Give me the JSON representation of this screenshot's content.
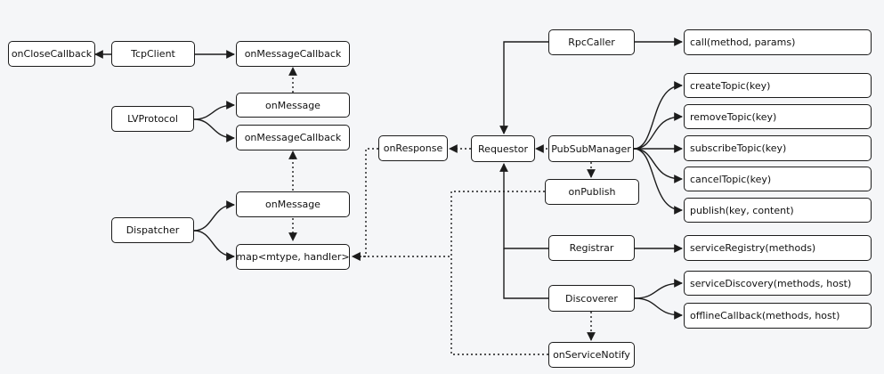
{
  "nodes": {
    "onCloseCallback": "onCloseCallback",
    "tcpClient": "TcpClient",
    "onMessageCallback1": "onMessageCallback",
    "lvProtocol": "LVProtocol",
    "onMessage1": "onMessage",
    "onMessageCallback2": "onMessageCallback",
    "dispatcher": "Dispatcher",
    "onMessage2": "onMessage",
    "mapHandler": "map<mtype, handler>",
    "onResponse": "onResponse",
    "requestor": "Requestor",
    "rpcCaller": "RpcCaller",
    "call": "call(method, params)",
    "pubSubManager": "PubSubManager",
    "createTopic": "createTopic(key)",
    "removeTopic": "removeTopic(key)",
    "subscribeTopic": "subscribeTopic(key)",
    "cancelTopic": "cancelTopic(key)",
    "publish": "publish(key, content)",
    "onPublish": "onPublish",
    "registrar": "Registrar",
    "serviceRegistry": "serviceRegistry(methods)",
    "discoverer": "Discoverer",
    "serviceDiscovery": "serviceDiscovery(methods, host)",
    "offlineCallback": "offlineCallback(methods, host)",
    "onServiceNotify": "onServiceNotify"
  },
  "colors": {
    "line": "#1c1c1c",
    "box_fill": "#ffffff",
    "background": "#f5f6f8"
  }
}
